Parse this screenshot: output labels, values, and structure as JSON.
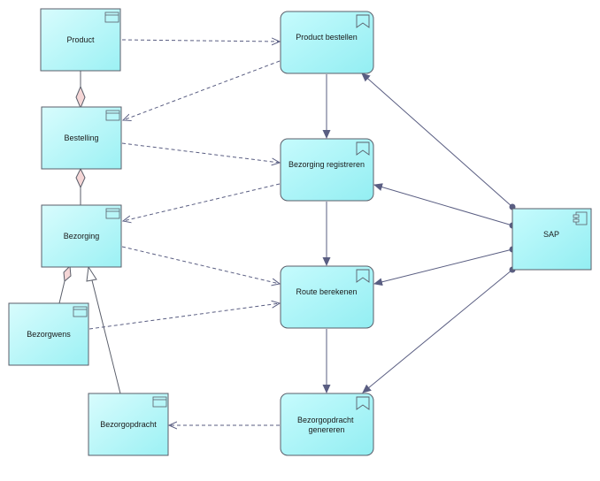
{
  "diagram": {
    "objects": [
      {
        "id": "product",
        "lines": [
          "Product"
        ]
      },
      {
        "id": "bestelling",
        "lines": [
          "Bestelling"
        ]
      },
      {
        "id": "bezorging",
        "lines": [
          "Bezorging"
        ]
      },
      {
        "id": "bezorgwens",
        "lines": [
          "Bezorgwens"
        ]
      },
      {
        "id": "bezorgopdracht",
        "lines": [
          "Bezorgopdracht"
        ]
      }
    ],
    "processes": [
      {
        "id": "product-bestellen",
        "lines": [
          "Product bestellen"
        ]
      },
      {
        "id": "bezorging-registreren",
        "lines": [
          "Bezorging registreren"
        ]
      },
      {
        "id": "route-berekenen",
        "lines": [
          "Route berekenen"
        ]
      },
      {
        "id": "bezorgopdracht-genereren",
        "lines": [
          "Bezorgopdracht",
          "genereren"
        ]
      }
    ],
    "component": {
      "id": "sap",
      "lines": [
        "SAP"
      ]
    },
    "colors": {
      "object_fill": "#c8f9fb",
      "process_fill": "#a9f6f8",
      "stroke": "#5a5e6a",
      "dashed": "#5a5e82",
      "line": "#5a5e82",
      "diamond_fill": "#f5d6d6"
    }
  }
}
